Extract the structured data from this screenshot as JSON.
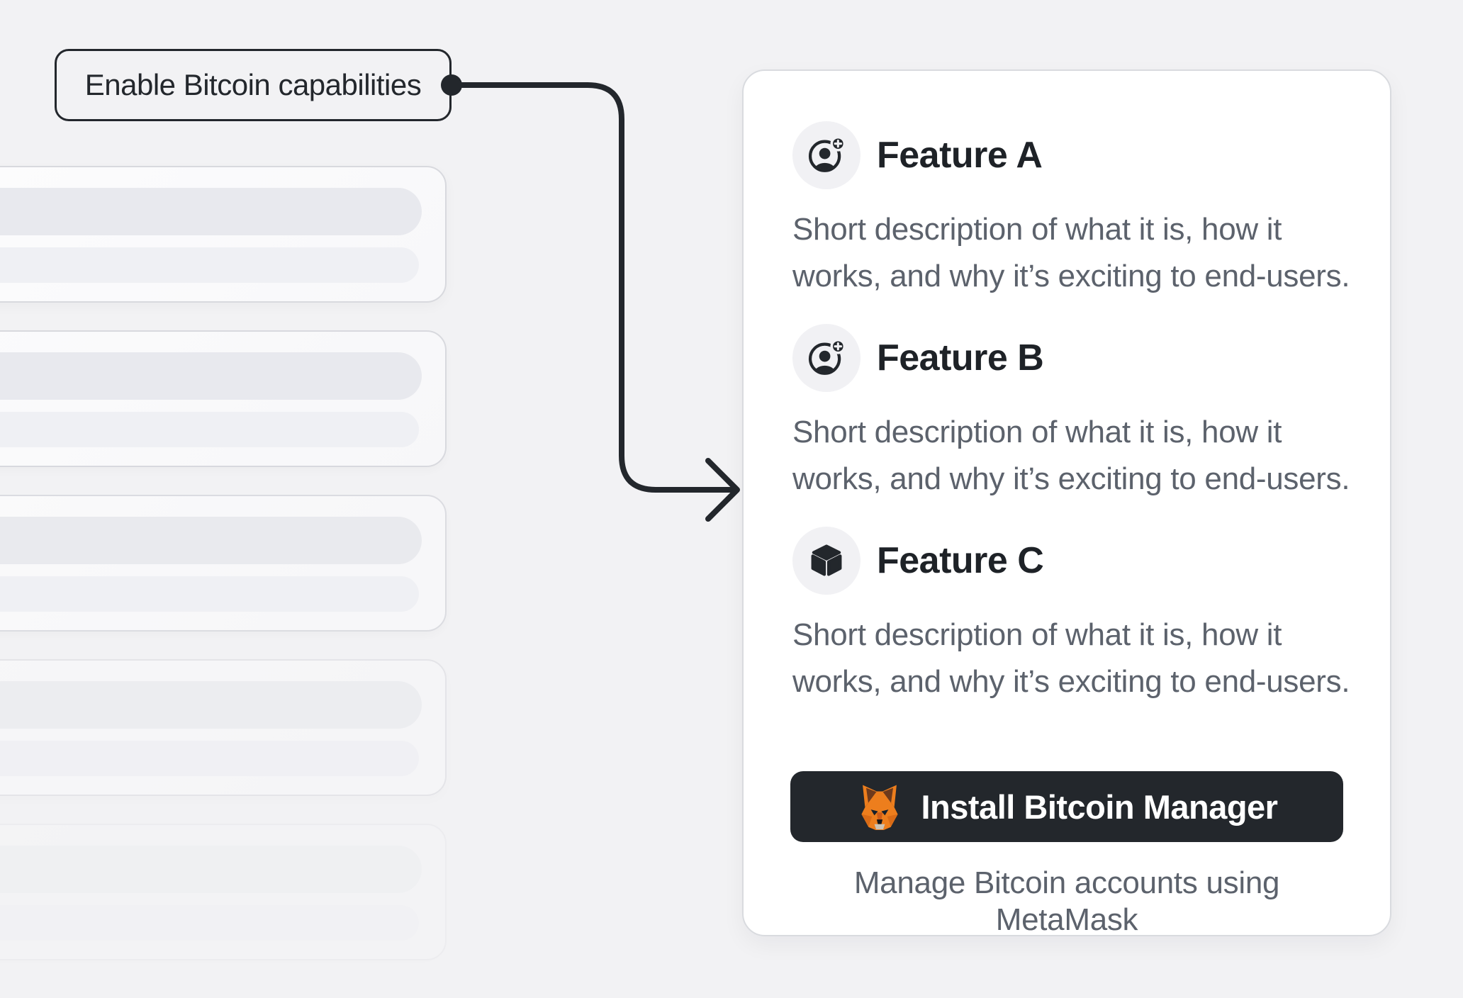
{
  "callout": {
    "label": "Enable Bitcoin capabilities"
  },
  "skeleton": {
    "card_count": 5,
    "pills_per_card": 2
  },
  "panel": {
    "features": [
      {
        "icon": "user-add-icon",
        "title": "Feature A",
        "description_lines": [
          "Short description of what it is, how it",
          "works, and why it’s exciting to end-users."
        ]
      },
      {
        "icon": "user-add-icon",
        "title": "Feature B",
        "description_lines": [
          "Short description of what it is, how it",
          "works, and why it’s exciting to end-users."
        ]
      },
      {
        "icon": "cube-icon",
        "title": "Feature C",
        "description_lines": [
          "Short description of what it is, how it",
          "works, and why it’s exciting to end-users."
        ]
      }
    ],
    "install_button": {
      "icon": "metamask-fox-icon",
      "label": "Install Bitcoin Manager"
    },
    "caption": "Manage Bitcoin accounts using MetaMask"
  },
  "colors": {
    "page_bg": "#f2f2f4",
    "ink": "#23272c",
    "title_text": "#1e2227",
    "secondary_text": "#5c626c",
    "panel_bg": "#ffffff",
    "panel_border": "#d9dbdf",
    "divider": "#e3e4e8",
    "icon_circle_bg": "#f1f1f4",
    "button_bg": "#23272c",
    "button_text": "#ffffff",
    "skeleton_border": "#d8d9de",
    "skeleton_pill_dark": "#e8e9ee",
    "skeleton_pill_light": "#eff0f4",
    "fox_orange": "#ED7E1D",
    "fox_brown": "#6E3A1C"
  }
}
